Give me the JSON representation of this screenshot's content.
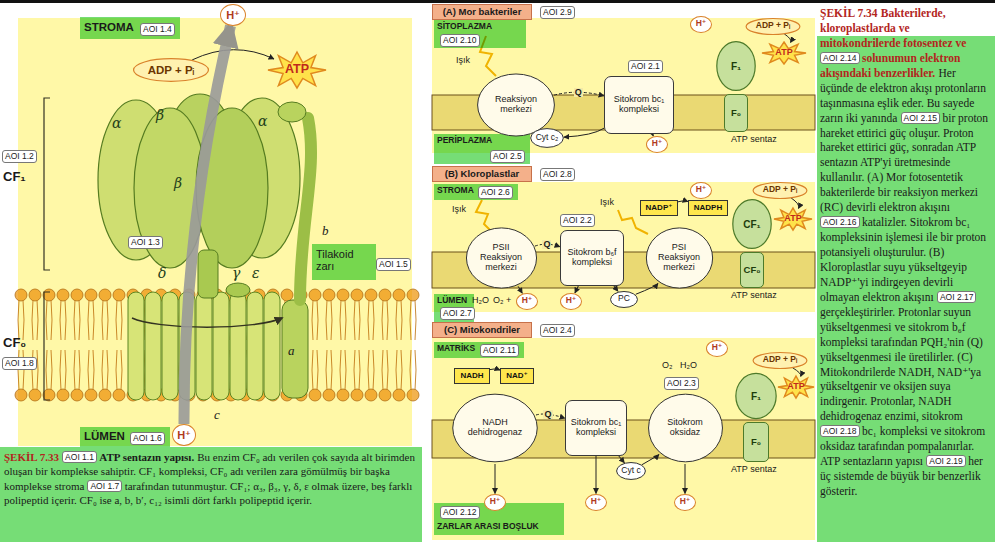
{
  "diagram": {
    "nodes": [
      {
        "text": [
          "H⁺"
        ]
      },
      {
        "text": [
          "ADP + Pᵢ"
        ]
      },
      {
        "text": [
          "ATP"
        ]
      },
      {
        "text": [
          "H⁺"
        ]
      },
      {
        "text": [
          "(A) Mor bakteriler"
        ]
      },
      {
        "text": [
          "Reaksiyon merkezi"
        ]
      },
      {
        "text": [
          "Sitokrom bc₁ kompleksi"
        ]
      },
      {
        "text": [
          "Cyt c₂"
        ]
      },
      {
        "text": [
          "H⁺"
        ]
      },
      {
        "text": [
          "H⁺"
        ]
      },
      {
        "text": [
          "F₁"
        ]
      },
      {
        "text": [
          "F₀"
        ]
      },
      {
        "text": [
          "ADP + Pᵢ"
        ]
      },
      {
        "text": [
          "ATP"
        ]
      },
      {
        "text": [
          "(B) Kloroplastlar"
        ]
      },
      {
        "text": [
          "PSII Reaksiyon merkezi"
        ]
      },
      {
        "text": [
          "Sitokrom b₆f kompleksi"
        ]
      },
      {
        "text": [
          "PSI Reaksiyon merkezi"
        ]
      },
      {
        "text": [
          "NADP⁺"
        ]
      },
      {
        "text": [
          "NADPH"
        ]
      },
      {
        "text": [
          "H⁺"
        ]
      },
      {
        "text": [
          "CF₁"
        ]
      },
      {
        "text": [
          "CF₀"
        ]
      },
      {
        "text": [
          "ADP + Pᵢ"
        ]
      },
      {
        "text": [
          "ATP"
        ]
      },
      {
        "text": [
          "H⁺"
        ]
      },
      {
        "text": [
          "H⁺"
        ]
      },
      {
        "text": [
          "PC"
        ]
      },
      {
        "text": [
          "(C) Mitokondriler"
        ]
      },
      {
        "text": [
          "NADH"
        ]
      },
      {
        "text": [
          "NAD⁺"
        ]
      },
      {
        "text": [
          "NADH dehidrogenaz"
        ]
      },
      {
        "text": [
          "Sitokrom bc₁ kompleksi"
        ]
      },
      {
        "text": [
          "Sitokrom oksidaz"
        ]
      },
      {
        "text": [
          "Cyt c"
        ]
      },
      {
        "text": [
          "H⁺"
        ]
      },
      {
        "text": [
          "F₁"
        ]
      },
      {
        "text": [
          "F₀"
        ]
      },
      {
        "text": [
          "ADP + Pᵢ"
        ]
      },
      {
        "text": [
          "ATP"
        ]
      },
      {
        "text": [
          "H⁺"
        ]
      },
      {
        "text": [
          "H⁺"
        ]
      },
      {
        "text": [
          "H⁺"
        ]
      }
    ],
    "edges": [
      {
        "from": 1,
        "to": 2,
        "arrow": "to"
      },
      {
        "from": 3,
        "to": 0,
        "arrow": "to"
      },
      {
        "from": 5,
        "to": 6,
        "arrow": "to",
        "label": "Q"
      },
      {
        "from": 6,
        "to": 7,
        "arrow": "to"
      },
      {
        "from": 7,
        "to": 5,
        "arrow": "to"
      },
      {
        "from": 6,
        "to": 8,
        "arrow": "to"
      },
      {
        "from": 12,
        "to": 13,
        "arrow": "to"
      },
      {
        "from": 15,
        "to": 16,
        "arrow": "to",
        "label": "Q"
      },
      {
        "from": 16,
        "to": 27,
        "arrow": "to"
      },
      {
        "from": 27,
        "to": 17,
        "arrow": "to"
      },
      {
        "from": 18,
        "to": 19,
        "arrow": "to"
      },
      {
        "from": 15,
        "to": 25,
        "arrow": "to"
      },
      {
        "from": 16,
        "to": 26,
        "arrow": "to"
      },
      {
        "from": 23,
        "to": 24,
        "arrow": "to"
      },
      {
        "from": 29,
        "to": 30,
        "arrow": "to"
      },
      {
        "from": 31,
        "to": 32,
        "arrow": "to",
        "label": "Q"
      },
      {
        "from": 32,
        "to": 34,
        "arrow": "to"
      },
      {
        "from": 34,
        "to": 33,
        "arrow": "to"
      },
      {
        "from": 31,
        "to": 40,
        "arrow": "to"
      },
      {
        "from": 32,
        "to": 41,
        "arrow": "to"
      },
      {
        "from": 33,
        "to": 42,
        "arrow": "to"
      },
      {
        "from": 38,
        "to": 39,
        "arrow": "to"
      }
    ],
    "labels": [
      "STROMA",
      "AOI 1.4",
      "CF₁",
      "AOI 1.2",
      "α",
      "β",
      "α",
      "β",
      "AOI 1.3",
      "b",
      "Tilakoid zarı",
      "AOI 1.5",
      "δ",
      "γ",
      "ε",
      "CF₀",
      "AOI 1.8",
      "a",
      "c",
      "LÜMEN",
      "AOI 1.6",
      "AOI 2.9",
      "SİTOPLAZMA",
      "AOI 2.10",
      "Işık",
      "AOI 2.1",
      "ATP sentaz",
      "PERİPLAZMA",
      "AOI 2.5",
      "AOI 2.8",
      "STROMA",
      "AOI 2.6",
      "Işık",
      "AOI 2.2",
      "Işık",
      "LÜMEN",
      "H₂O",
      "O₂ +",
      "AOI 2.7",
      "ATP sentaz",
      "AOI 2.4",
      "MATRİKS",
      "AOI 2.11",
      "O₂",
      "H₂O",
      "AOI 2.3",
      "ATP sentaz",
      "AOI 2.12",
      "ZARLAR ARASI BOŞLUK",
      "ŞEKİL 7.33",
      "AOI 1.1",
      "ATP sentazın yapısı.",
      "Bu enzim CF₀ adı verilen çok sayıda alt birimden oluşan bir komplekse sahiptir. CF₁ kompleksi, CF₀ adı verilen zara gömülmüş bir başka komplekse stroma",
      "AOI 1.7",
      "tarafından tutunmuştur. CF₁; α₃, β₃, γ, δ, ε olmak üzere, beş farklı polipeptid içerir. CF₀ ise a, b, b′, c₁₂ isimli dört farklı polipeptid içerir.",
      "ŞEKİL 7.34",
      "Bakterilerde, kloroplastlarda ve mitokondrilerde fotosentez ve",
      "AOI 2.14",
      "solunumun elektron akışındaki benzerlikler.",
      "Her üçünde de elektron akışı protonların taşınmasına eşlik eder. Bu sayede zarın iki yanında",
      "AOI 2.15",
      "bir proton hareket ettirici güç oluşur. Proton hareket ettirici güç, sonradan ATP sentazın ATP'yi üretmesinde kullanılır. (A) Mor fotosentetik bakterilerde bir reaksiyon merkezi (RC) devirli elektron akışını",
      "AOI 2.16",
      "katalizler. Sitokrom bc₁ kompleksinin işlemesi ile bir proton potansiyeli oluşturulur. (B) Kloroplastlar suyu yükseltgeyip NADP⁺'yi indirgeyen devirli olmayan elektron akışını",
      "AOI 2.17",
      "gerçekleştirirler. Protonlar suyun yükseltgenmesi ve sitokrom b₆f kompleksi tarafından PQH₂'nin (Q) yükseltgenmesi ile üretilirler. (C) Mitokondrilerde NADH, NAD⁺'ya yükseltgenir ve oksijen suya indirgenir. Protonlar, NADH dehidrogenaz enzimi, sitokrom",
      "AOI 2.18",
      "bc₁ kompleksi ve sitokrom oksidaz tarafından pompalanırlar. ATP sentazların yapısı",
      "AOI 2.19",
      "her üç sistemde de büyük bir benzerlik gösterir."
    ]
  }
}
